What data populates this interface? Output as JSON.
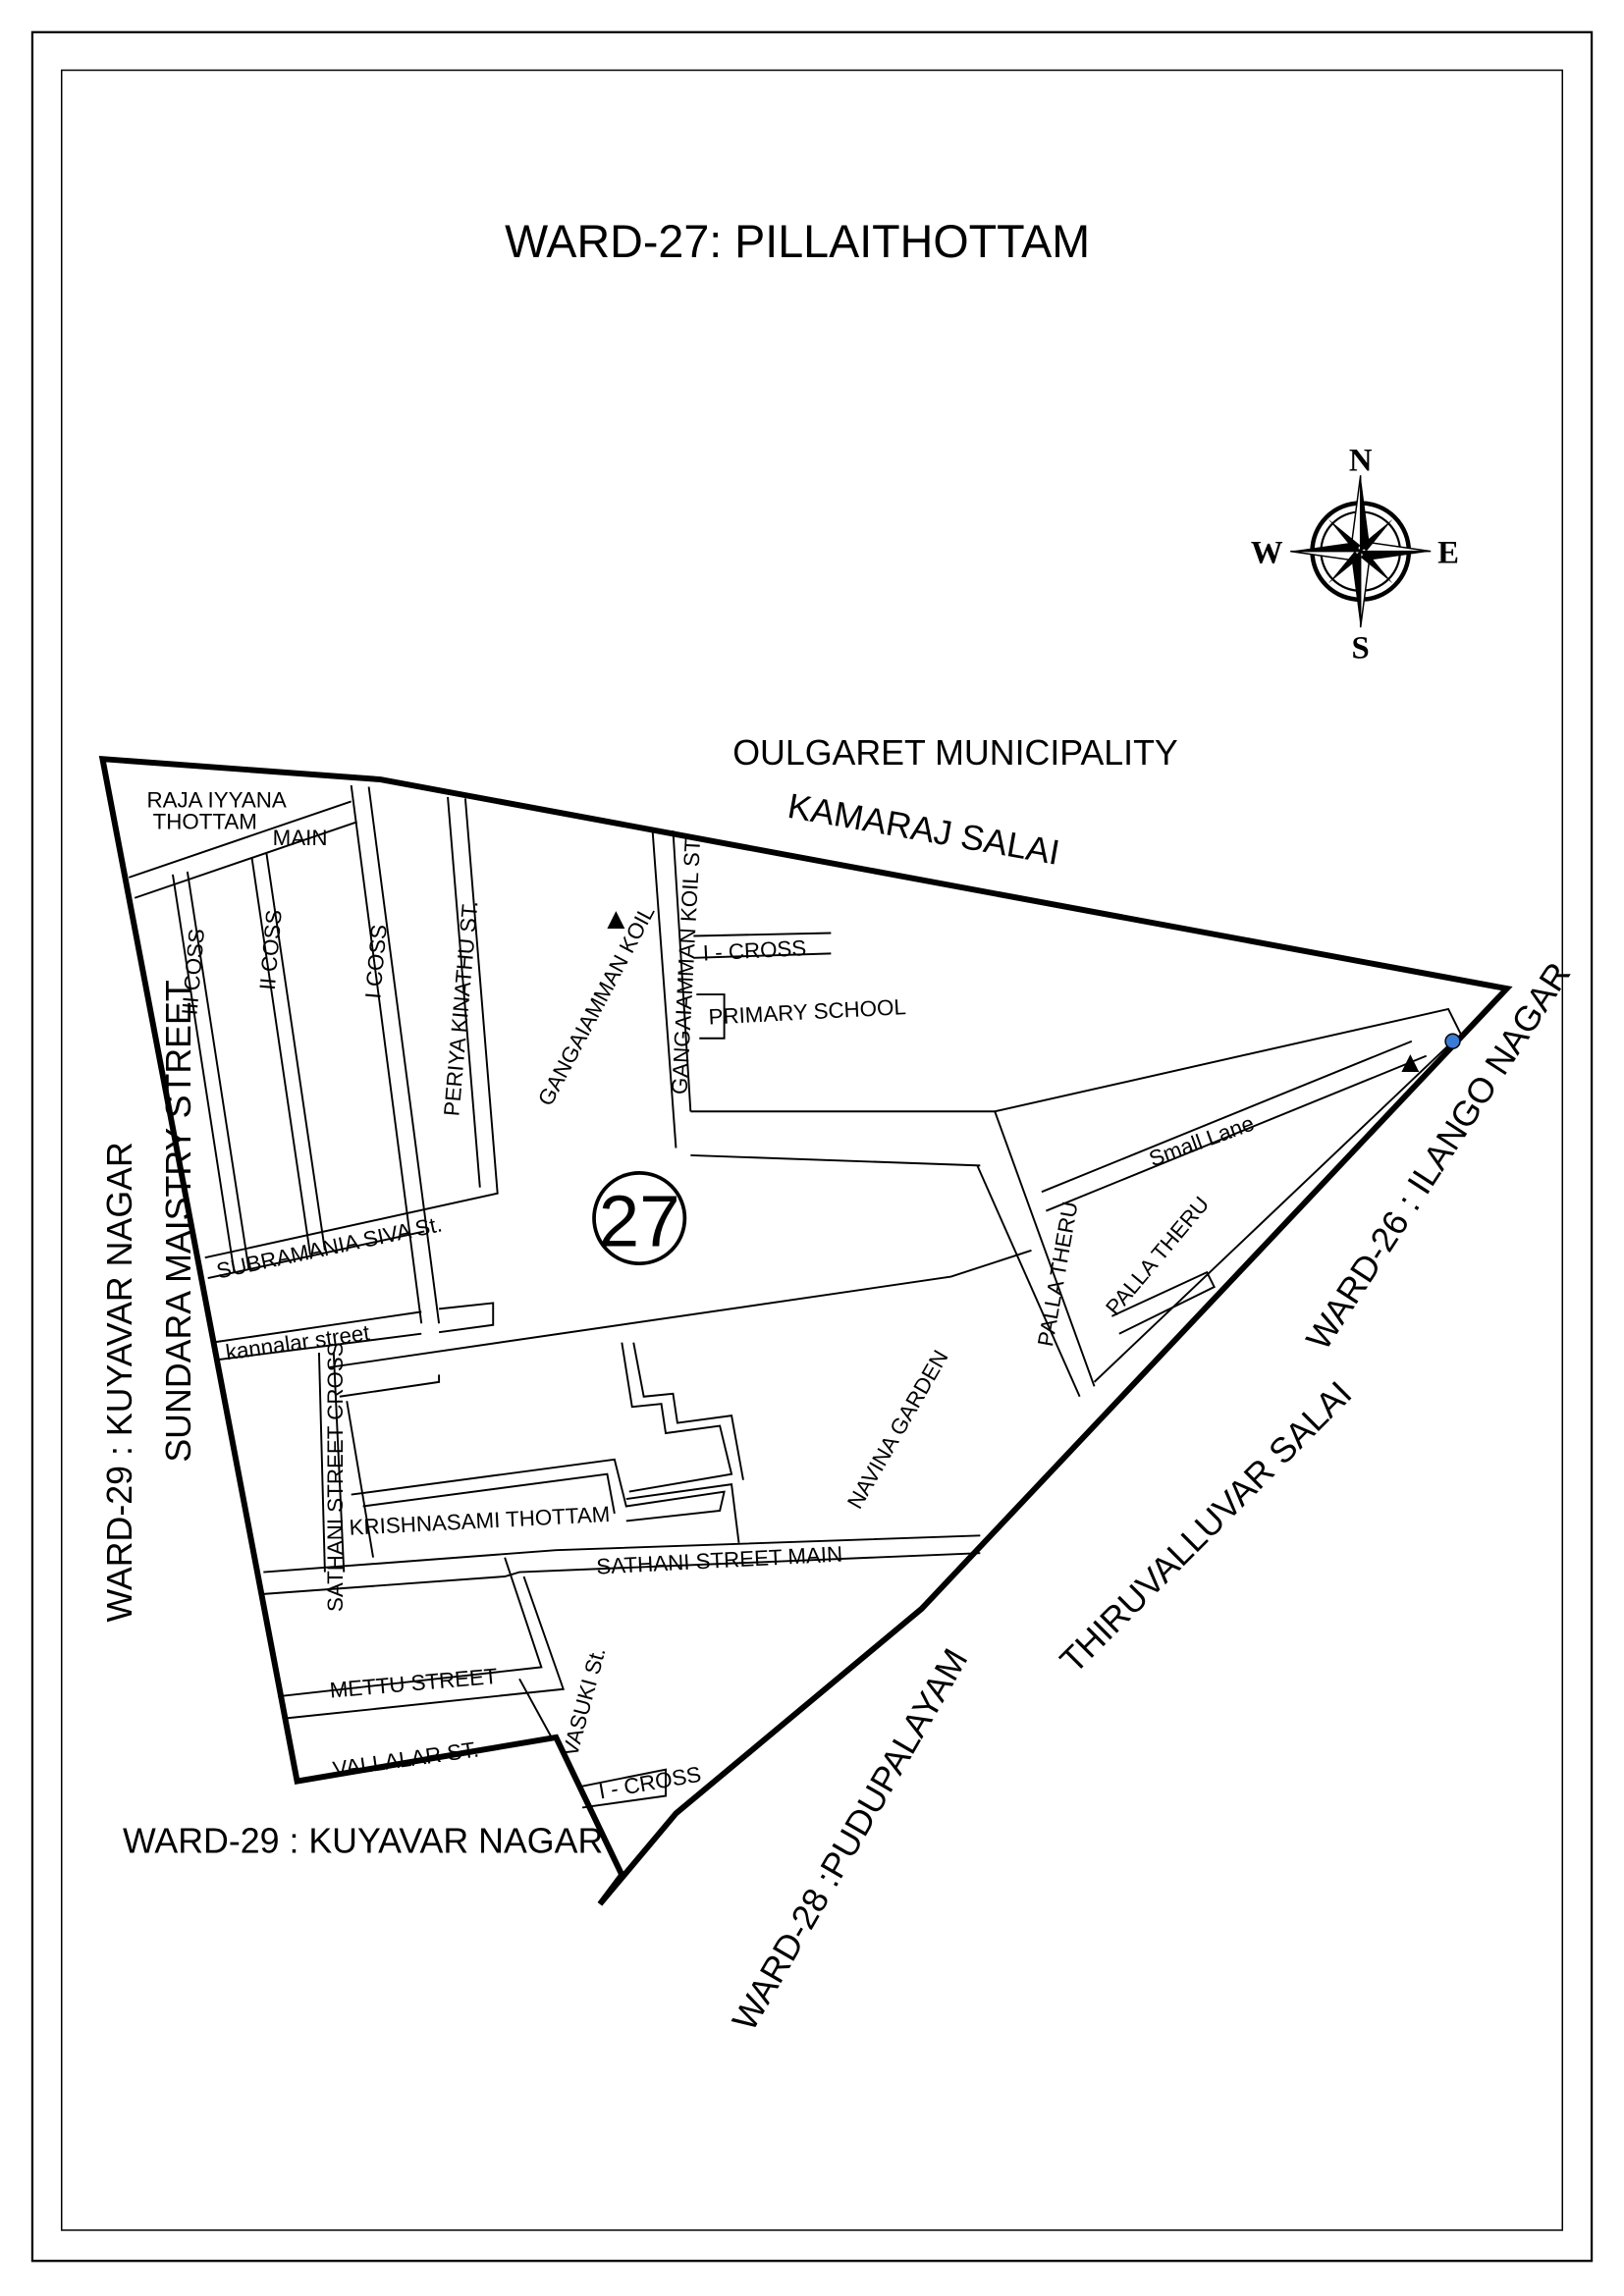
{
  "title": "WARD-27: PILLAITHOTTAM",
  "ward_number": "27",
  "compass": {
    "n": "N",
    "s": "S",
    "e": "E",
    "w": "W"
  },
  "neighbours": {
    "north": "OULGARET MUNICIPALITY",
    "west": "WARD-29 : KUYAVAR NAGAR",
    "south_west": "WARD-29 : KUYAVAR NAGAR",
    "south": "WARD-28 :PUDUPALAYAM",
    "east": "WARD-26 : ILANGO NAGAR"
  },
  "streets": {
    "kamaraj_salai": "KAMARAJ SALAI",
    "raja_iyyana_1": "RAJA IYYANA",
    "raja_iyyana_2": "THOTTAM",
    "main": "MAIN",
    "iii_coss": "III COSS",
    "ii_coss": "II COSS",
    "i_coss": "I COSS",
    "periya_kinathu": "PERIYA KINATHU ST.",
    "sundara_maistry": "SUNDARA MAISTRY STREET",
    "subramania_siva": "SUBRAMANIA SIVA St.",
    "kannalar": "kannalar street",
    "sathani_cross": "SATHANI STREET CROSS",
    "krishnasami": "KRISHNASAMI THOTTAM",
    "sathani_main": "SATHANI STREET MAIN",
    "mettu": "METTU STREET",
    "vallalar": "VALLALAR ST.",
    "vasuki": "VASUKI St.",
    "i_cross_south": "I - CROSS",
    "navina": "NAVINA GARDEN",
    "thiruvalluvar": "THIRUVALLUVAR SALAI",
    "palla_theru_1": "PALLA THERU",
    "palla_theru_2": "PALLA THERU",
    "small_lane": "Small Lane",
    "primary_school": "PRIMARY SCHOOL",
    "i_cross_north": "I - CROSS",
    "gangaiamman_koil_st": "GANGAIAMMAN KOIL ST.",
    "gangaiamman_koil": "GANGAIAMMAN KOIL"
  }
}
